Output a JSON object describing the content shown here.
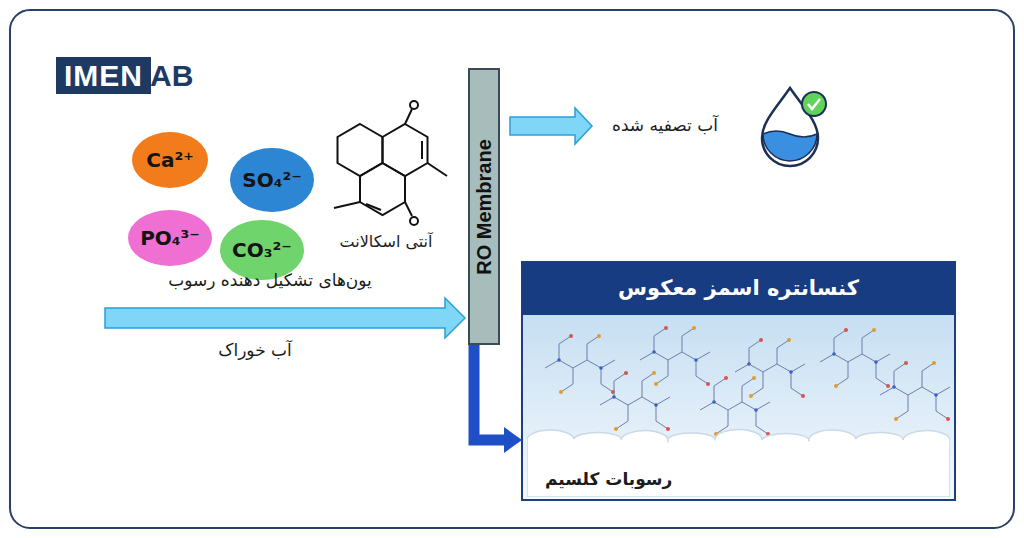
{
  "diagram": {
    "nodes": [
      {
        "text": [
          "IMEN"
        ]
      },
      {
        "text": [
          "Ca²⁺"
        ]
      },
      {
        "text": [
          "SO₄²⁻"
        ]
      },
      {
        "text": [
          "PO₄³⁻"
        ]
      },
      {
        "text": [
          "CO₃²⁻"
        ]
      },
      {
        "text": [
          "RO Membrane"
        ]
      },
      {
        "text": [
          "کنسانتره اسمز معکوس"
        ]
      },
      {
        "text": [
          "رسوبات کلسیم"
        ],
        "in": 6
      }
    ],
    "edges": [
      {
        "from": 5,
        "to": 6,
        "arrow": "to"
      }
    ],
    "labels": [
      "AB",
      "آنتی اسکالانت",
      "یون‌های تشکیل دهنده رسوب",
      "آب خوراک",
      "آب تصفیه شده"
    ]
  }
}
